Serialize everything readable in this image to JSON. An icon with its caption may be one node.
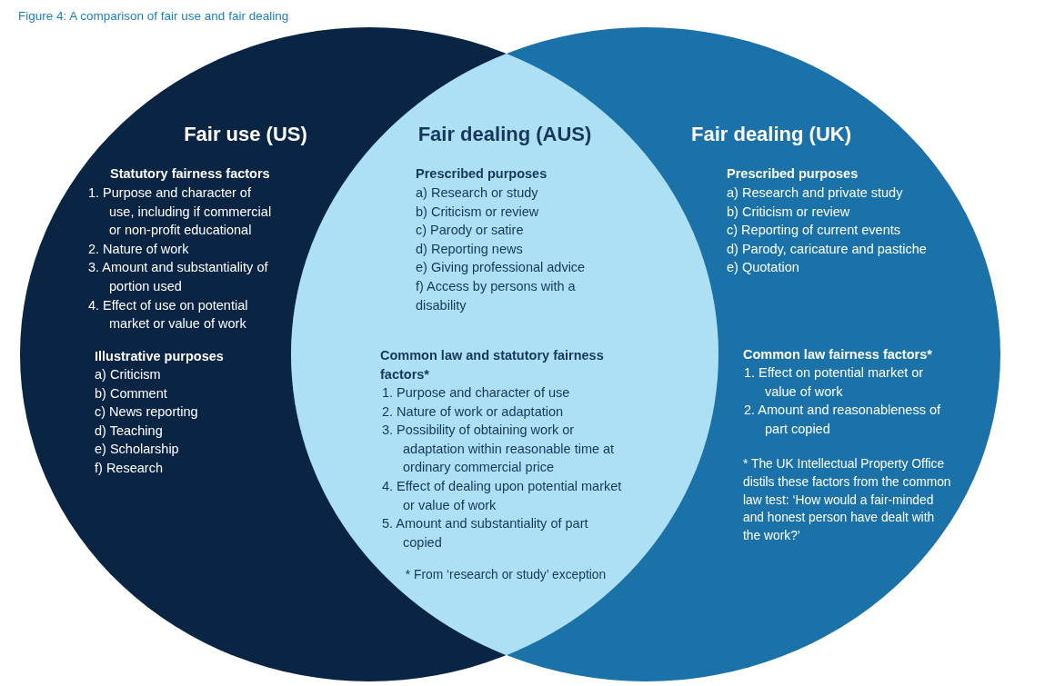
{
  "diagram": {
    "title": "Figure 4: A comparison of fair use and fair dealing",
    "nodes": [
      {
        "text": [
          "Fair use (US)",
          "Statutory fairness factors",
          "1. Purpose and character of use, including if commercial or non-profit educational",
          "2. Nature of work",
          "3. Amount and substantiality of portion used",
          "4. Effect of use on potential market or value of work",
          "Illustrative purposes",
          "a) Criticism",
          "b) Comment",
          "c) News reporting",
          "d) Teaching",
          "e) Scholarship",
          "f) Research"
        ]
      },
      {
        "text": [
          "Fair dealing (AUS)",
          "Prescribed purposes",
          "a) Research or study",
          "b) Criticism or review",
          "c) Parody or satire",
          "d) Reporting news",
          "e) Giving professional advice",
          "f) Access by persons with a disability",
          "Common law and statutory fairness factors*",
          "1. Purpose and character of use",
          "2. Nature of work or adaptation",
          "3. Possibility of obtaining work or adaptation within reasonable time at ordinary commercial price",
          "4. Effect of dealing upon potential market or value of work",
          "5. Amount and substantiality of part copied",
          "* From ‘research or study’ exception"
        ]
      },
      {
        "text": [
          "Fair dealing (UK)",
          "Prescribed purposes",
          "a) Research and private study",
          "b) Criticism or review",
          "c) Reporting of current events",
          "d) Parody, caricature and pastiche",
          "e) Quotation",
          "Common law fairness factors*",
          "1. Effect on potential market or value of work",
          "2. Amount and reasonableness of part copied",
          "* The UK Intellectual Property Office distils these factors from the common law test: ‘How would a fair-minded and honest person have dealt with the work?’"
        ]
      }
    ]
  }
}
